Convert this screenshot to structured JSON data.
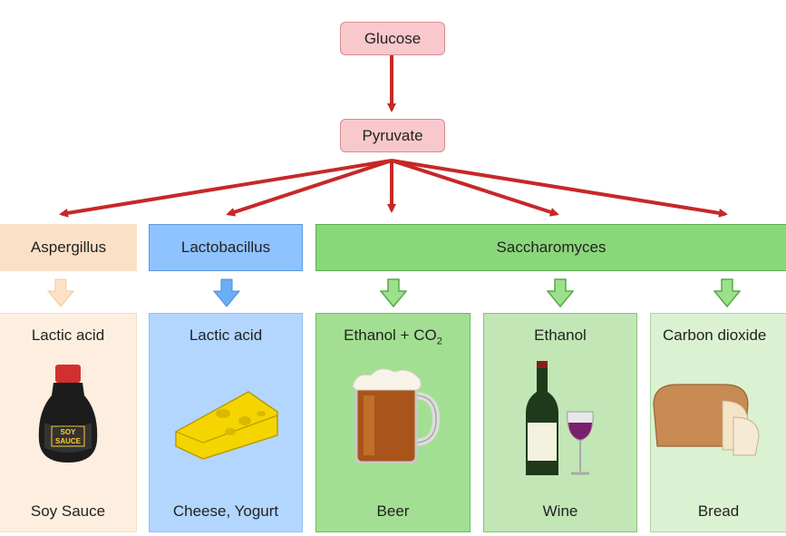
{
  "nodes": {
    "glucose": "Glucose",
    "pyruvate": "Pyruvate"
  },
  "organisms": {
    "aspergillus": "Aspergillus",
    "lactobacillus": "Lactobacillus",
    "saccharomyces": "Saccharomyces"
  },
  "products": [
    {
      "product": "Lactic acid",
      "food": "Soy Sauce"
    },
    {
      "product": "Lactic acid",
      "food": "Cheese, Yogurt"
    },
    {
      "product": "Ethanol + CO",
      "product_sub": "2",
      "food": "Beer"
    },
    {
      "product": "Ethanol",
      "food": "Wine"
    },
    {
      "product": "Carbon dioxide",
      "food": "Bread"
    }
  ],
  "illustration_text": {
    "soy_label": "SOY\nSAUCE"
  },
  "colors": {
    "arrow_red": "#c62828",
    "aspergillus_fill": "#fbe0c8",
    "lactobacillus_fill": "#8ec3ff",
    "saccharomyces_fill": "#8ad77a",
    "down_orange": "#fde2c6",
    "down_blue": "#6aaef6",
    "down_green": "#9be08a"
  }
}
